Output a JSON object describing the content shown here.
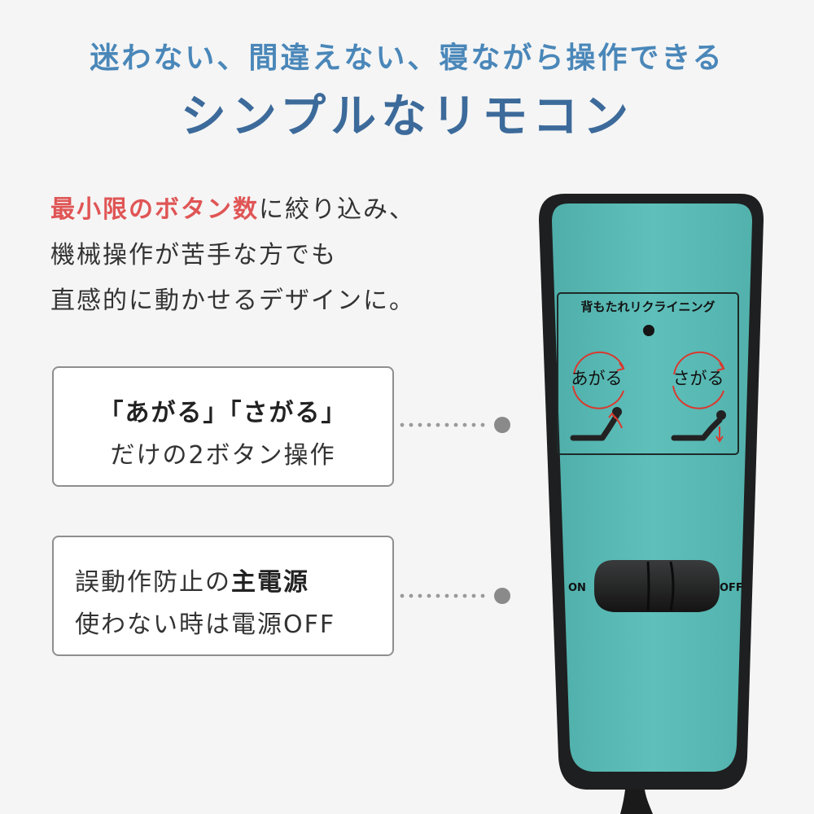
{
  "headline": {
    "sub": "迷わない、間違えない、寝ながら操作できる",
    "main": "シンプルなリモコン"
  },
  "intro": {
    "highlight": "最小限のボタン数",
    "line1_rest": "に絞り込み、",
    "line2": "機械操作が苦手な方でも",
    "line3": "直感的に動かせるデザインに。"
  },
  "callout_buttons": {
    "line1": "「あがる」「さがる」",
    "line2": "だけの2ボタン操作"
  },
  "callout_power": {
    "line1_prefix": "誤動作防止の",
    "line1_bold": "主電源",
    "line2": "使わない時は電源OFF"
  },
  "remote": {
    "panel_title": "背もたれリクライニング",
    "button_up": "あがる",
    "button_down": "さがる",
    "switch_on": "ON",
    "switch_off": "OFF"
  },
  "colors": {
    "title_light": "#4a87b9",
    "title_dark": "#3c6a9a",
    "highlight_red": "#e05555",
    "remote_teal": "#5bbcb7",
    "remote_body": "#1e1f20",
    "arrow_red": "#d9392f"
  }
}
